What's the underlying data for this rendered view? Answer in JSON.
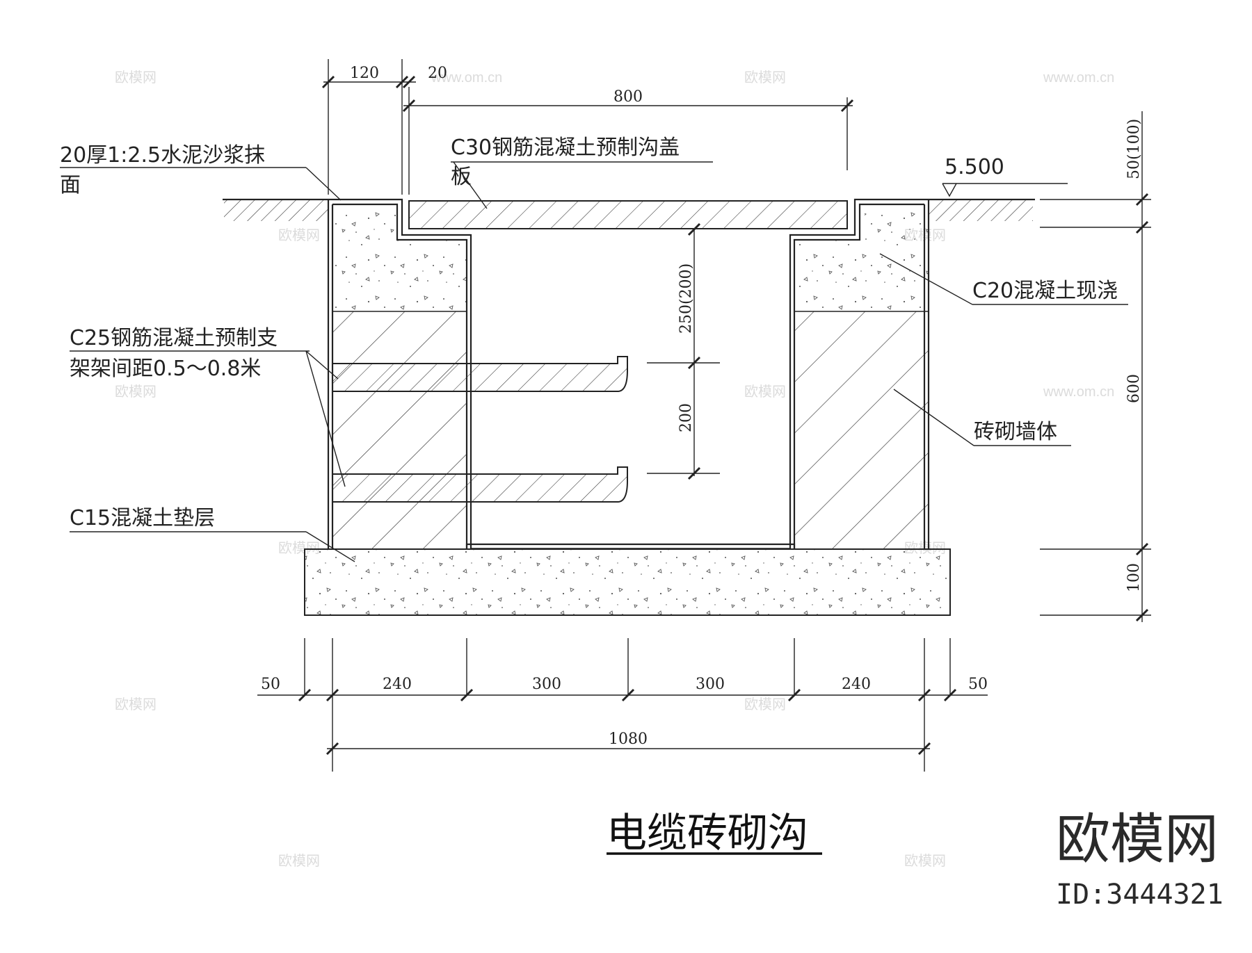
{
  "title": "电缆砖砌沟",
  "watermark": {
    "brand": "欧模网",
    "id": "ID:3444321",
    "site": "www.om.cn"
  },
  "elevation": "5.500",
  "labels": {
    "mortar_line1": "20厚1:2.5水泥沙浆抹",
    "mortar_line2": "面",
    "cover_line1": "C30钢筋混凝土预制沟盖",
    "cover_line2": "板",
    "c20": "C20混凝土现浇",
    "support_line1": "C25钢筋混凝土预制支",
    "support_line2": "架架间距0.5～0.8米",
    "brick": "砖砌墙体",
    "c15": "C15混凝土垫层"
  },
  "dimensions": {
    "top_120": "120",
    "top_20": "20",
    "top_800": "800",
    "v_250": "250(200)",
    "v_200": "200",
    "r_50": "50(100)",
    "r_600": "600",
    "r_100": "100",
    "b_50_left": "50",
    "b_240_left": "240",
    "b_300_left": "300",
    "b_300_right": "300",
    "b_240_right": "240",
    "b_50_right": "50",
    "b_1080": "1080"
  }
}
